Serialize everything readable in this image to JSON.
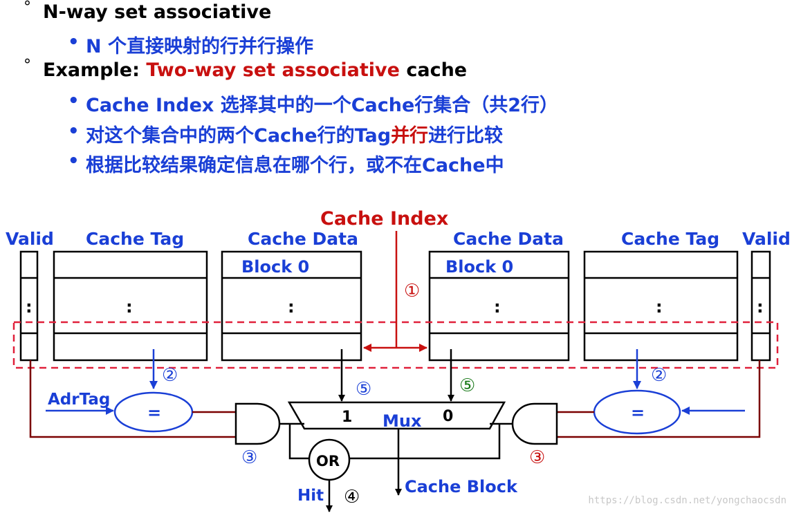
{
  "bullets": {
    "b1": "N-way set associative",
    "b1a": "N 个直接映射的行并行操作",
    "b2_prefix": "Example: ",
    "b2_red": "Two-way set associative",
    "b2_suffix": " cache",
    "b2a": "Cache Index 选择其中的一个Cache行集合（共2行）",
    "b2b_prefix": "对这个集合中的两个Cache行的Tag",
    "b2b_red": "并行",
    "b2b_suffix": "进行比较",
    "b2c": "根据比较结果确定信息在哪个行，或不在Cache中",
    "degree_mark": "°",
    "dot_mark": "•"
  },
  "diagram": {
    "cache_index": "Cache Index",
    "valid_left": "Valid",
    "tag_left": "Cache Tag",
    "data_left": "Cache Data",
    "block_left": "Block 0",
    "data_right": "Cache Data",
    "block_right": "Block 0",
    "tag_right": "Cache Tag",
    "valid_right": "Valid",
    "ellipsis": ":",
    "adrtag": "AdrTag",
    "eq": "=",
    "mux": "Mux",
    "mux_in1": "1",
    "mux_in0": "0",
    "or_gate": "OR",
    "hit": "Hit",
    "cache_block": "Cache Block",
    "step1": "①",
    "step2": "②",
    "step3": "③",
    "step4": "④",
    "step5": "⑤"
  },
  "watermark": "https://blog.csdn.net/yongchaocsdn",
  "colors": {
    "blue": "#1a3fd6",
    "red": "#c8100f",
    "darkred": "#7a0000",
    "green": "#1a7a1a"
  }
}
